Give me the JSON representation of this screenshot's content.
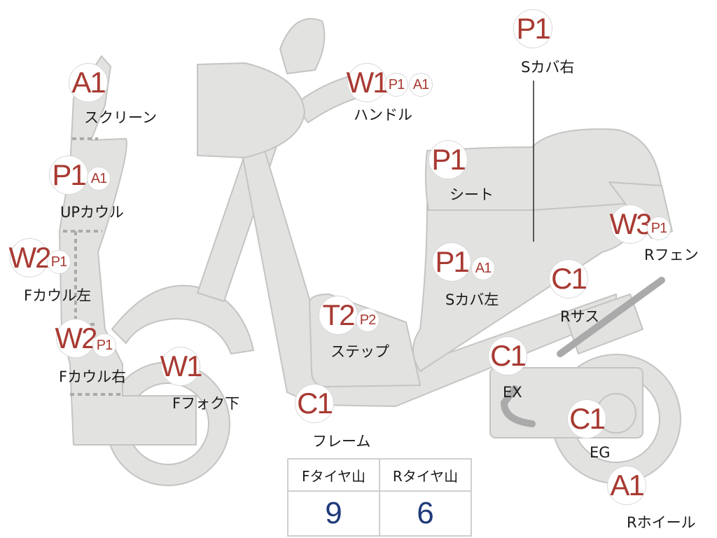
{
  "colors": {
    "body": "#e2e2e0",
    "outline": "#c4c4c2",
    "badge_text": "#a83a32",
    "value_text": "#1f3a7a"
  },
  "parts": [
    {
      "id": "screen",
      "label": "スクリーン",
      "badges": [
        "A1"
      ]
    },
    {
      "id": "upcowl",
      "label": "UPカウル",
      "badges": [
        "P1",
        "A1"
      ]
    },
    {
      "id": "fcowl-l",
      "label": "Fカウル左",
      "badges": [
        "W2",
        "P1"
      ]
    },
    {
      "id": "fcowl-r",
      "label": "Fカウル右",
      "badges": [
        "W2",
        "P1"
      ]
    },
    {
      "id": "ffork",
      "label": "Fフォク下",
      "badges": [
        "W1"
      ]
    },
    {
      "id": "handle",
      "label": "ハンドル",
      "badges": [
        "W1",
        "P1",
        "A1"
      ]
    },
    {
      "id": "scover-r",
      "label": "Sカバ右",
      "badges": [
        "P1"
      ]
    },
    {
      "id": "seat",
      "label": "シート",
      "badges": [
        "P1"
      ]
    },
    {
      "id": "rfender",
      "label": "Rフェン",
      "badges": [
        "W3",
        "P1"
      ]
    },
    {
      "id": "scover-l",
      "label": "Sカバ左",
      "badges": [
        "P1",
        "A1"
      ]
    },
    {
      "id": "rsus",
      "label": "Rサス",
      "badges": [
        "C1"
      ]
    },
    {
      "id": "step",
      "label": "ステップ",
      "badges": [
        "T2",
        "P2"
      ]
    },
    {
      "id": "ex",
      "label": "EX",
      "badges": [
        "C1"
      ]
    },
    {
      "id": "frame",
      "label": "フレーム",
      "badges": [
        "C1"
      ]
    },
    {
      "id": "eg",
      "label": "EG",
      "badges": [
        "C1"
      ]
    },
    {
      "id": "rwheel",
      "label": "Rホイール",
      "badges": [
        "A1"
      ]
    }
  ],
  "tire_table": {
    "headers": [
      "Fタイヤ山",
      "Rタイヤ山"
    ],
    "values": [
      "9",
      "6"
    ]
  }
}
